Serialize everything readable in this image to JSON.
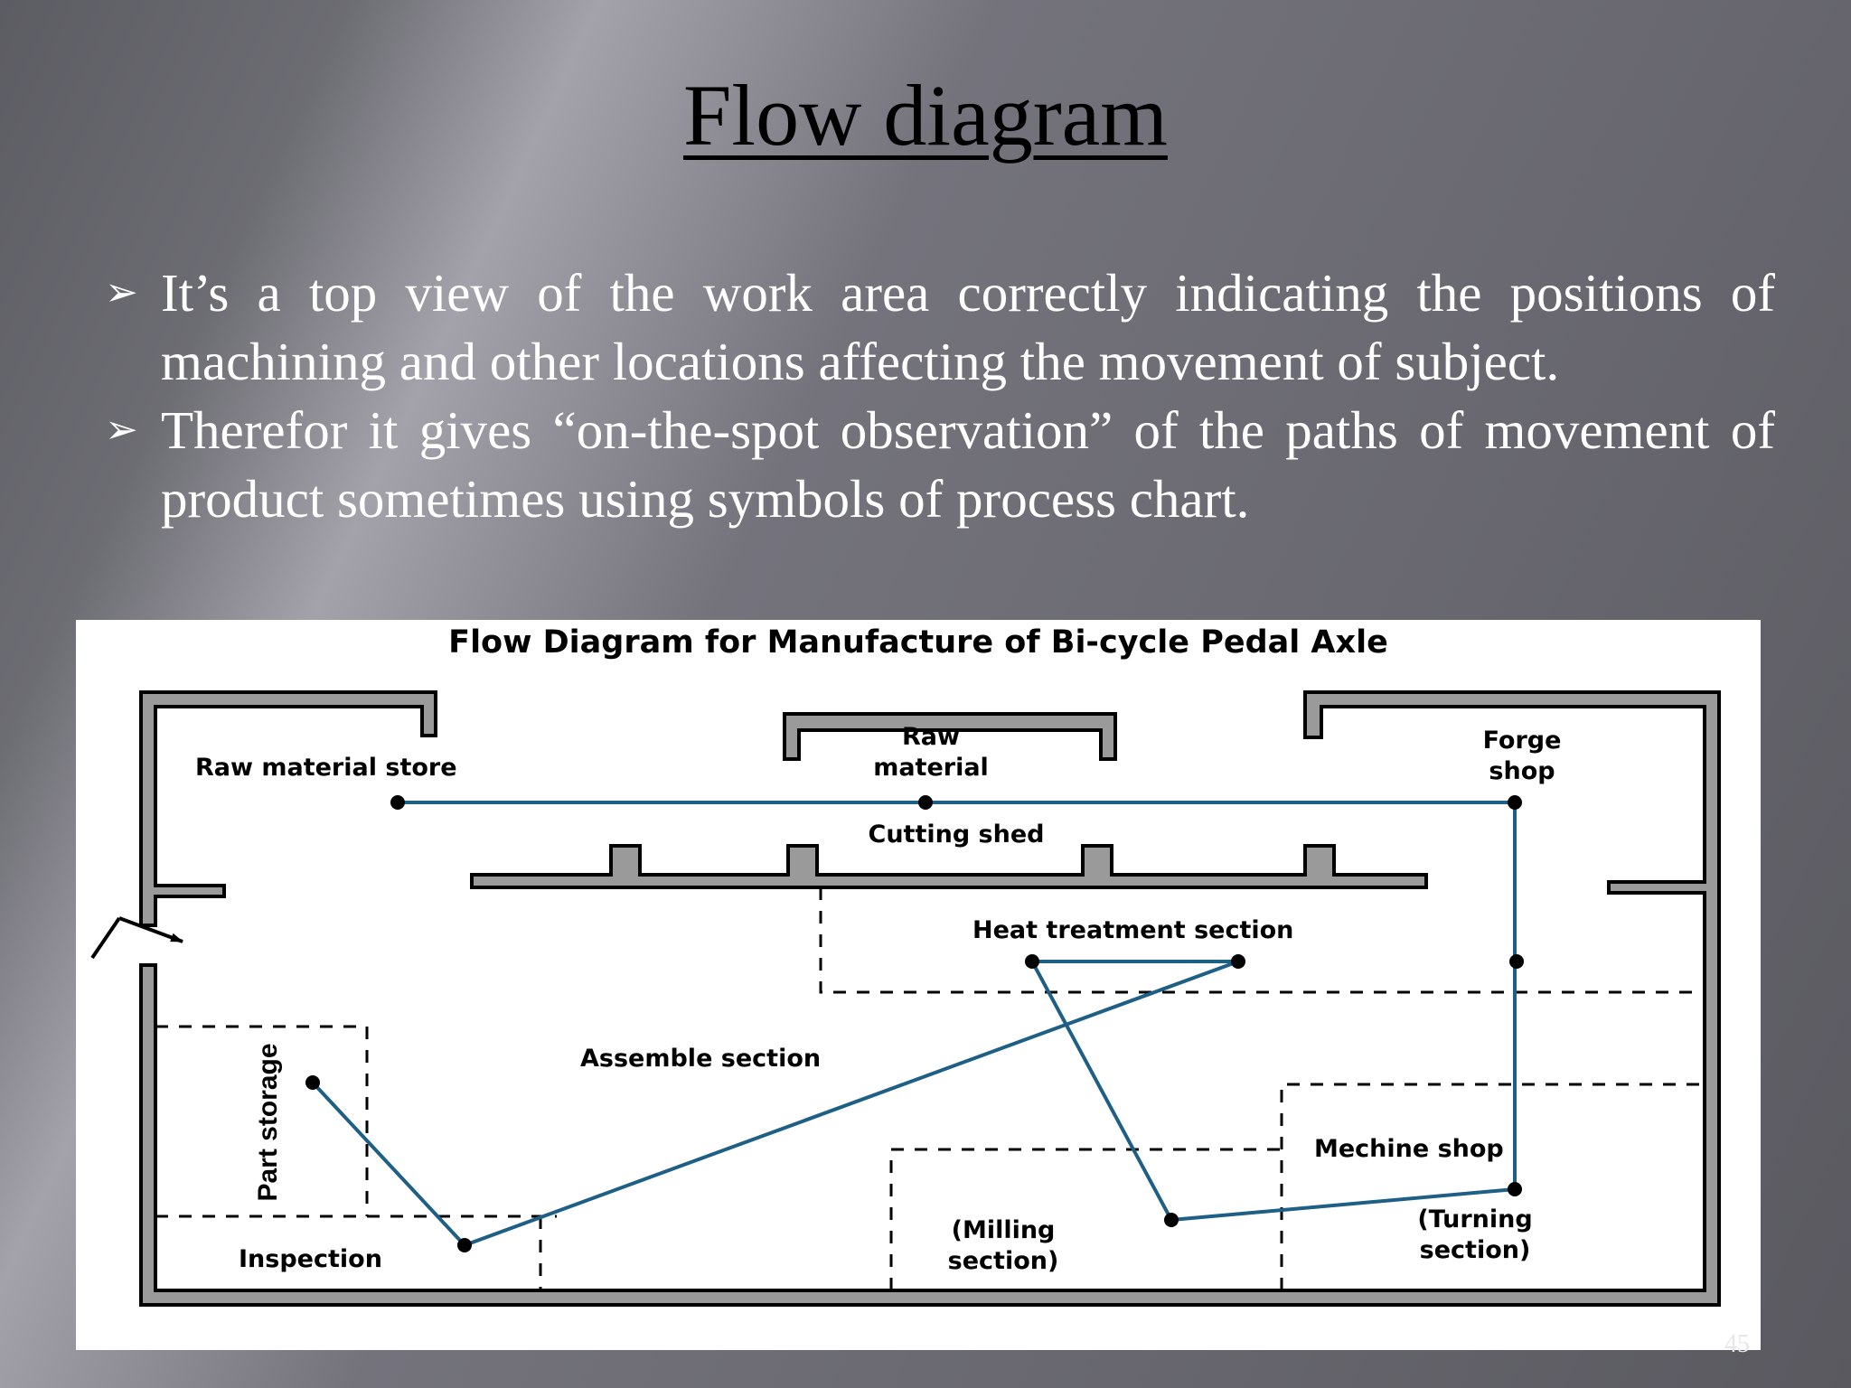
{
  "slide": {
    "title": "Flow diagram",
    "bullets": [
      "It’s a top view of the work area correctly indicating the positions of machining and other locations affecting the movement of subject.",
      "Therefor it gives “on-the-spot observation” of the paths of movement of product sometimes using symbols of process chart."
    ],
    "bullet_marker": "➢",
    "page_number": "45"
  },
  "diagram": {
    "title": "Flow Diagram for Manufacture of Bi-cycle Pedal Axle",
    "labels": {
      "raw_material_store": "Raw material store",
      "raw_material": [
        "Raw",
        "material"
      ],
      "forge_shop": [
        "Forge",
        "shop"
      ],
      "cutting_shed": "Cutting shed",
      "heat_treatment": "Heat treatment section",
      "assemble_section": "Assemble section",
      "part_storage": "Part storage",
      "inspection": "Inspection",
      "mechine_shop": "Mechine shop",
      "milling_section": [
        "(Milling",
        "section)"
      ],
      "turning_section": [
        "(Turning",
        "section)"
      ]
    },
    "colors": {
      "wall": "#9a9a9a",
      "flow": "#1e5f86",
      "ink": "#000000"
    }
  }
}
